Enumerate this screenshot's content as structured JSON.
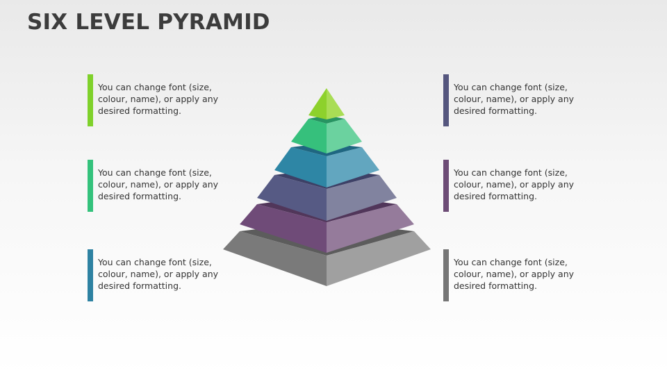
{
  "title": "SIX LEVEL PYRAMID",
  "levels": [
    {
      "color_front_left": "#8dd12c",
      "color_front_right": "#a9dd55",
      "color_top": "#6fb21a"
    },
    {
      "color_front_left": "#36c07c",
      "color_front_right": "#6bd29f",
      "color_top": "#279462"
    },
    {
      "color_front_left": "#2e86a5",
      "color_front_right": "#62a6bf",
      "color_top": "#1f6681"
    },
    {
      "color_front_left": "#565a84",
      "color_front_right": "#81839f",
      "color_top": "#3d4066"
    },
    {
      "color_front_left": "#6f4b78",
      "color_front_right": "#957b9b",
      "color_top": "#51365a"
    },
    {
      "color_front_left": "#7a7a7a",
      "color_front_right": "#a0a0a0",
      "color_top": "#5c5c5c"
    }
  ],
  "cards_left": [
    {
      "text": "You can change font (size, colour, name), or apply any desired formatting.",
      "accent": "#7fd12b"
    },
    {
      "text": "You can change font (size, colour, name), or apply any desired formatting.",
      "accent": "#34c27c"
    },
    {
      "text": "You can change font (size, colour, name), or apply any desired formatting.",
      "accent": "#2e82a2"
    }
  ],
  "cards_right": [
    {
      "text": "You can change font (size, colour, name), or apply any desired formatting.",
      "accent": "#55567e"
    },
    {
      "text": "You can change font (size, colour, name), or apply any desired formatting.",
      "accent": "#6d4c76"
    },
    {
      "text": "You can change font (size, colour, name), or apply any desired formatting.",
      "accent": "#767676"
    }
  ]
}
